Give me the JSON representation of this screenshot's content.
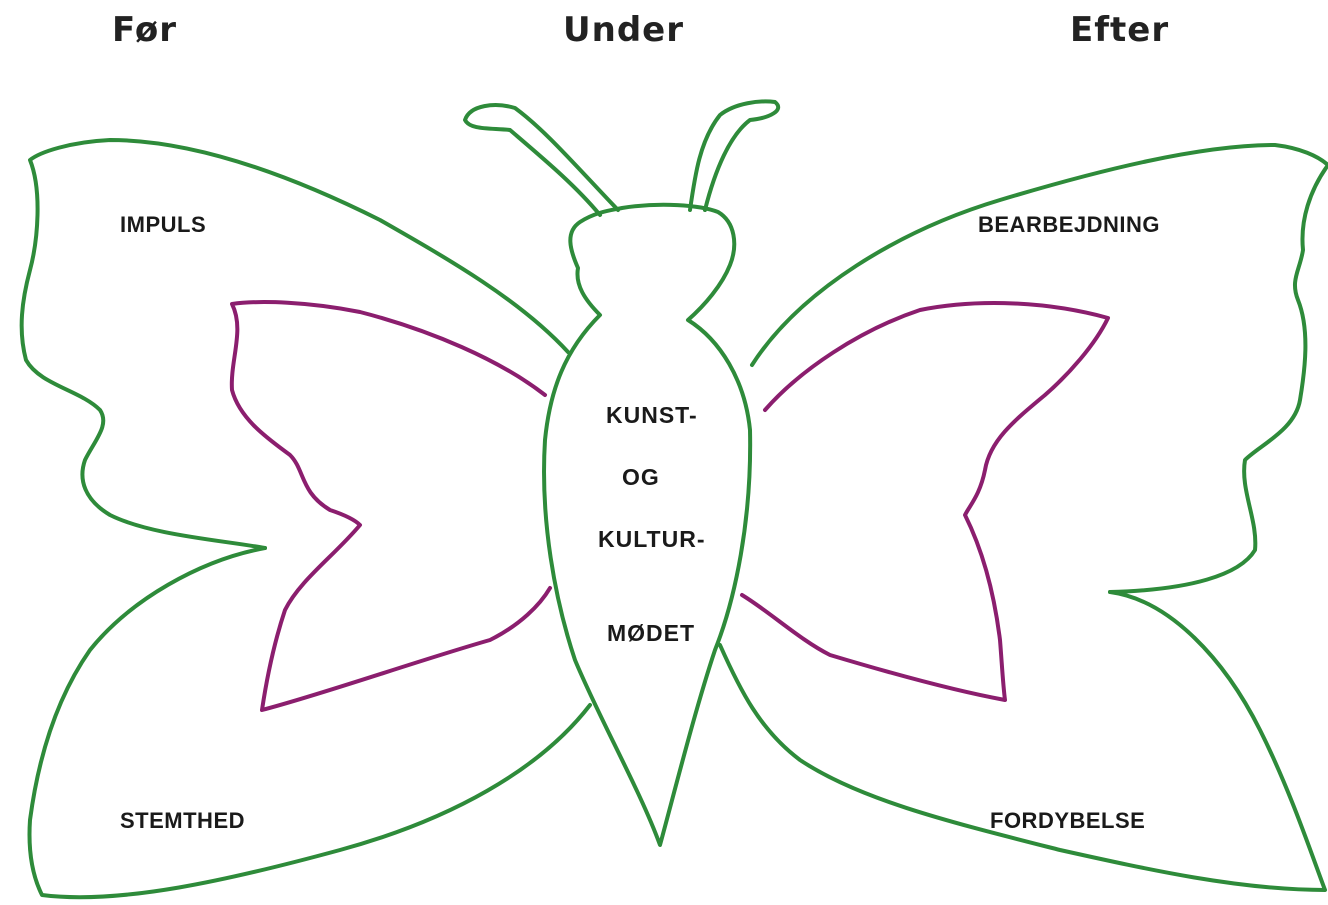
{
  "headings": {
    "before": "Før",
    "during": "Under",
    "after": "Efter"
  },
  "wings": {
    "top_left": "IMPULS",
    "top_right": "BEARBEJDNING",
    "bottom_left": "STEMTHED",
    "bottom_right": "FORDYBELSE"
  },
  "body_text": {
    "line1": "KUNST-",
    "line2": "OG",
    "line3": "KULTUR-",
    "line4": "MØDET"
  },
  "colors": {
    "outline": "#2e8b3a",
    "inner_wing": "#8b1e6e",
    "text": "#1a1a1a"
  }
}
